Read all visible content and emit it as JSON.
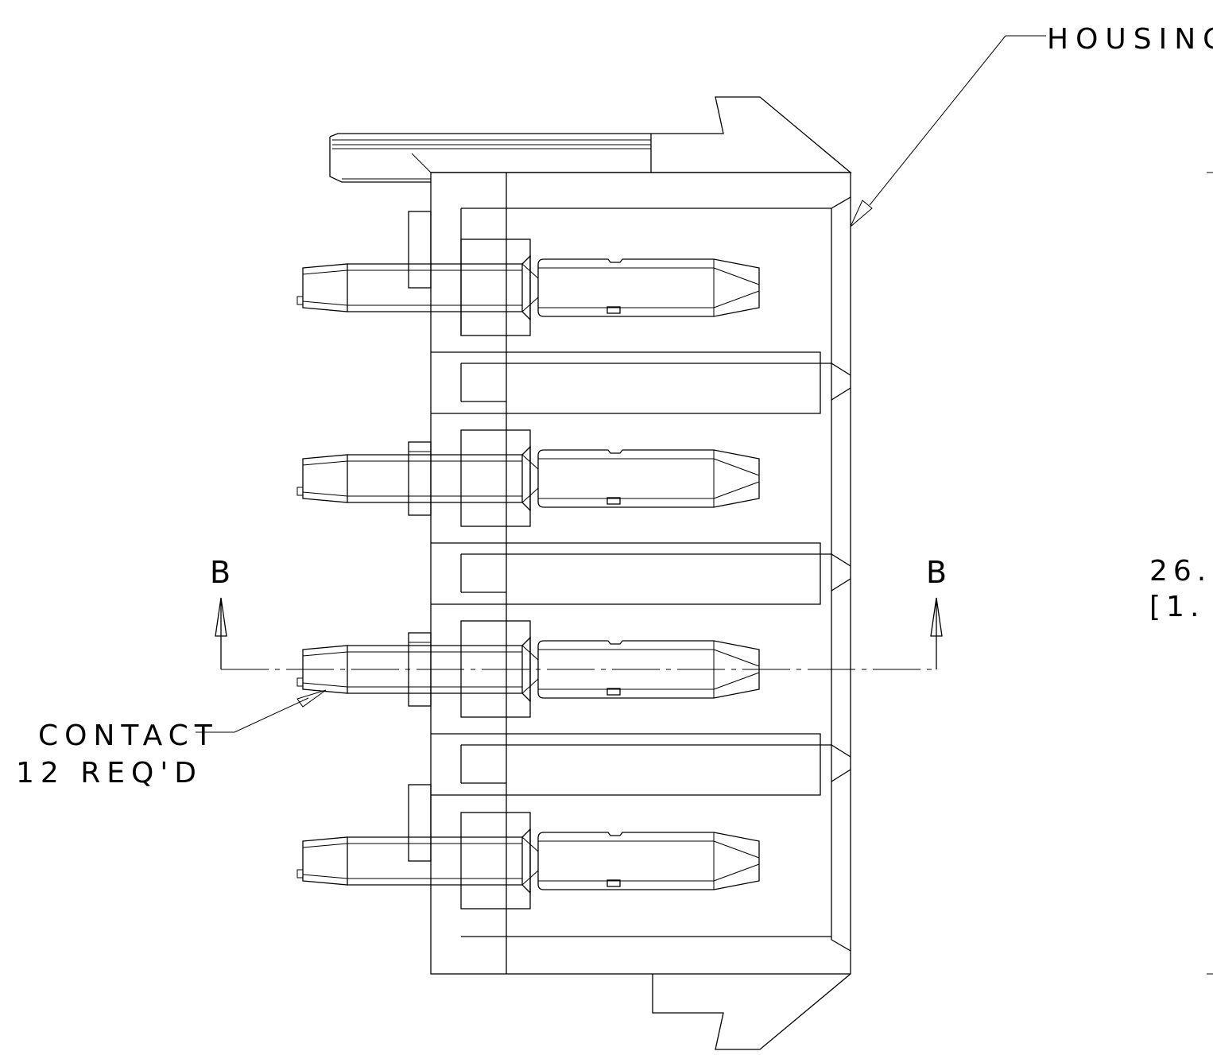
{
  "labels": {
    "housing": "HOUSING",
    "contact_line1": "CONTACT",
    "contact_line2": "12 REQ'D",
    "section_left": "B",
    "section_right": "B",
    "dim_value": "26.",
    "dim_value_inch": "[1."
  },
  "contacts": {
    "count": 4
  },
  "colors": {
    "ink": "#000000",
    "paper": "#ffffff"
  }
}
